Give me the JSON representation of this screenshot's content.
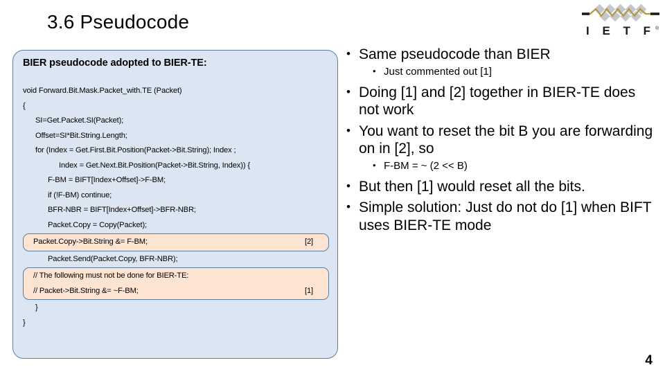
{
  "slide": {
    "title": "3.6 Pseudocode",
    "page_number": "4"
  },
  "logo": {
    "name": "ietf-logo",
    "wordmark": "I E T F",
    "trademark": "®",
    "diamond_color": "#c6c6ce",
    "zigzag_color": "#b29a3c"
  },
  "code_panel": {
    "heading": "BIER pseudocode adopted to BIER-TE:",
    "background": "#dce6f2",
    "border": "#5b7ea0",
    "highlight_background": "#fce3d2",
    "lines": [
      {
        "indent": 0,
        "text": "void Forward.Bit.Mask.Packet_with.TE (Packet)"
      },
      {
        "indent": 0,
        "text": "{"
      },
      {
        "indent": 1,
        "text": "SI=Get.Packet.SI(Packet);"
      },
      {
        "indent": 1,
        "text": "Offset=SI*Bit.String.Length;"
      },
      {
        "indent": 1,
        "text": "for (Index = Get.First.Bit.Position(Packet->Bit.String); Index ;"
      },
      {
        "indent": 2,
        "text": "Index = Get.Next.Bit.Position(Packet->Bit.String, Index)) {"
      },
      {
        "indent": 2,
        "text": "F-BM = BIFT[Index+Offset]->F-BM;"
      },
      {
        "indent": 2,
        "text": "if (!F-BM) continue;"
      },
      {
        "indent": 2,
        "text": "BFR-NBR = BIFT[Index+Offset]->BFR-NBR;"
      },
      {
        "indent": 2,
        "text": "Packet.Copy = Copy(Packet);"
      }
    ],
    "highlight_1": {
      "code": "Packet.Copy->Bit.String &= F-BM;",
      "label": "[2]"
    },
    "after_highlight_1": [
      {
        "indent": 2,
        "text": "Packet.Send(Packet.Copy, BFR-NBR);"
      }
    ],
    "highlight_2": {
      "line_1_code": "// The following must not be done for BIER-TE:",
      "line_1_label": "",
      "line_2_code": "// Packet->Bit.String &= ~F-BM;",
      "line_2_label": "[1]"
    },
    "closing_lines": [
      {
        "indent": 1,
        "text": "}"
      },
      {
        "indent": 0,
        "text": "}"
      }
    ]
  },
  "bullets": [
    {
      "level": 1,
      "text": "Same pseudocode than BIER"
    },
    {
      "level": 2,
      "text": "Just commented out [1]"
    },
    {
      "level": 1,
      "text": "Doing [1] and [2] together in BIER-TE does not work"
    },
    {
      "level": 1,
      "text": "You want to reset the bit B you are forwarding on in [2], so"
    },
    {
      "level": 2,
      "text": "F-BM = ~ (2 << B)"
    },
    {
      "level": 1,
      "text": "But then [1] would reset all  the bits."
    },
    {
      "level": 1,
      "text": "Simple solution: Just do not do [1] when BIFT uses BIER-TE mode"
    }
  ]
}
